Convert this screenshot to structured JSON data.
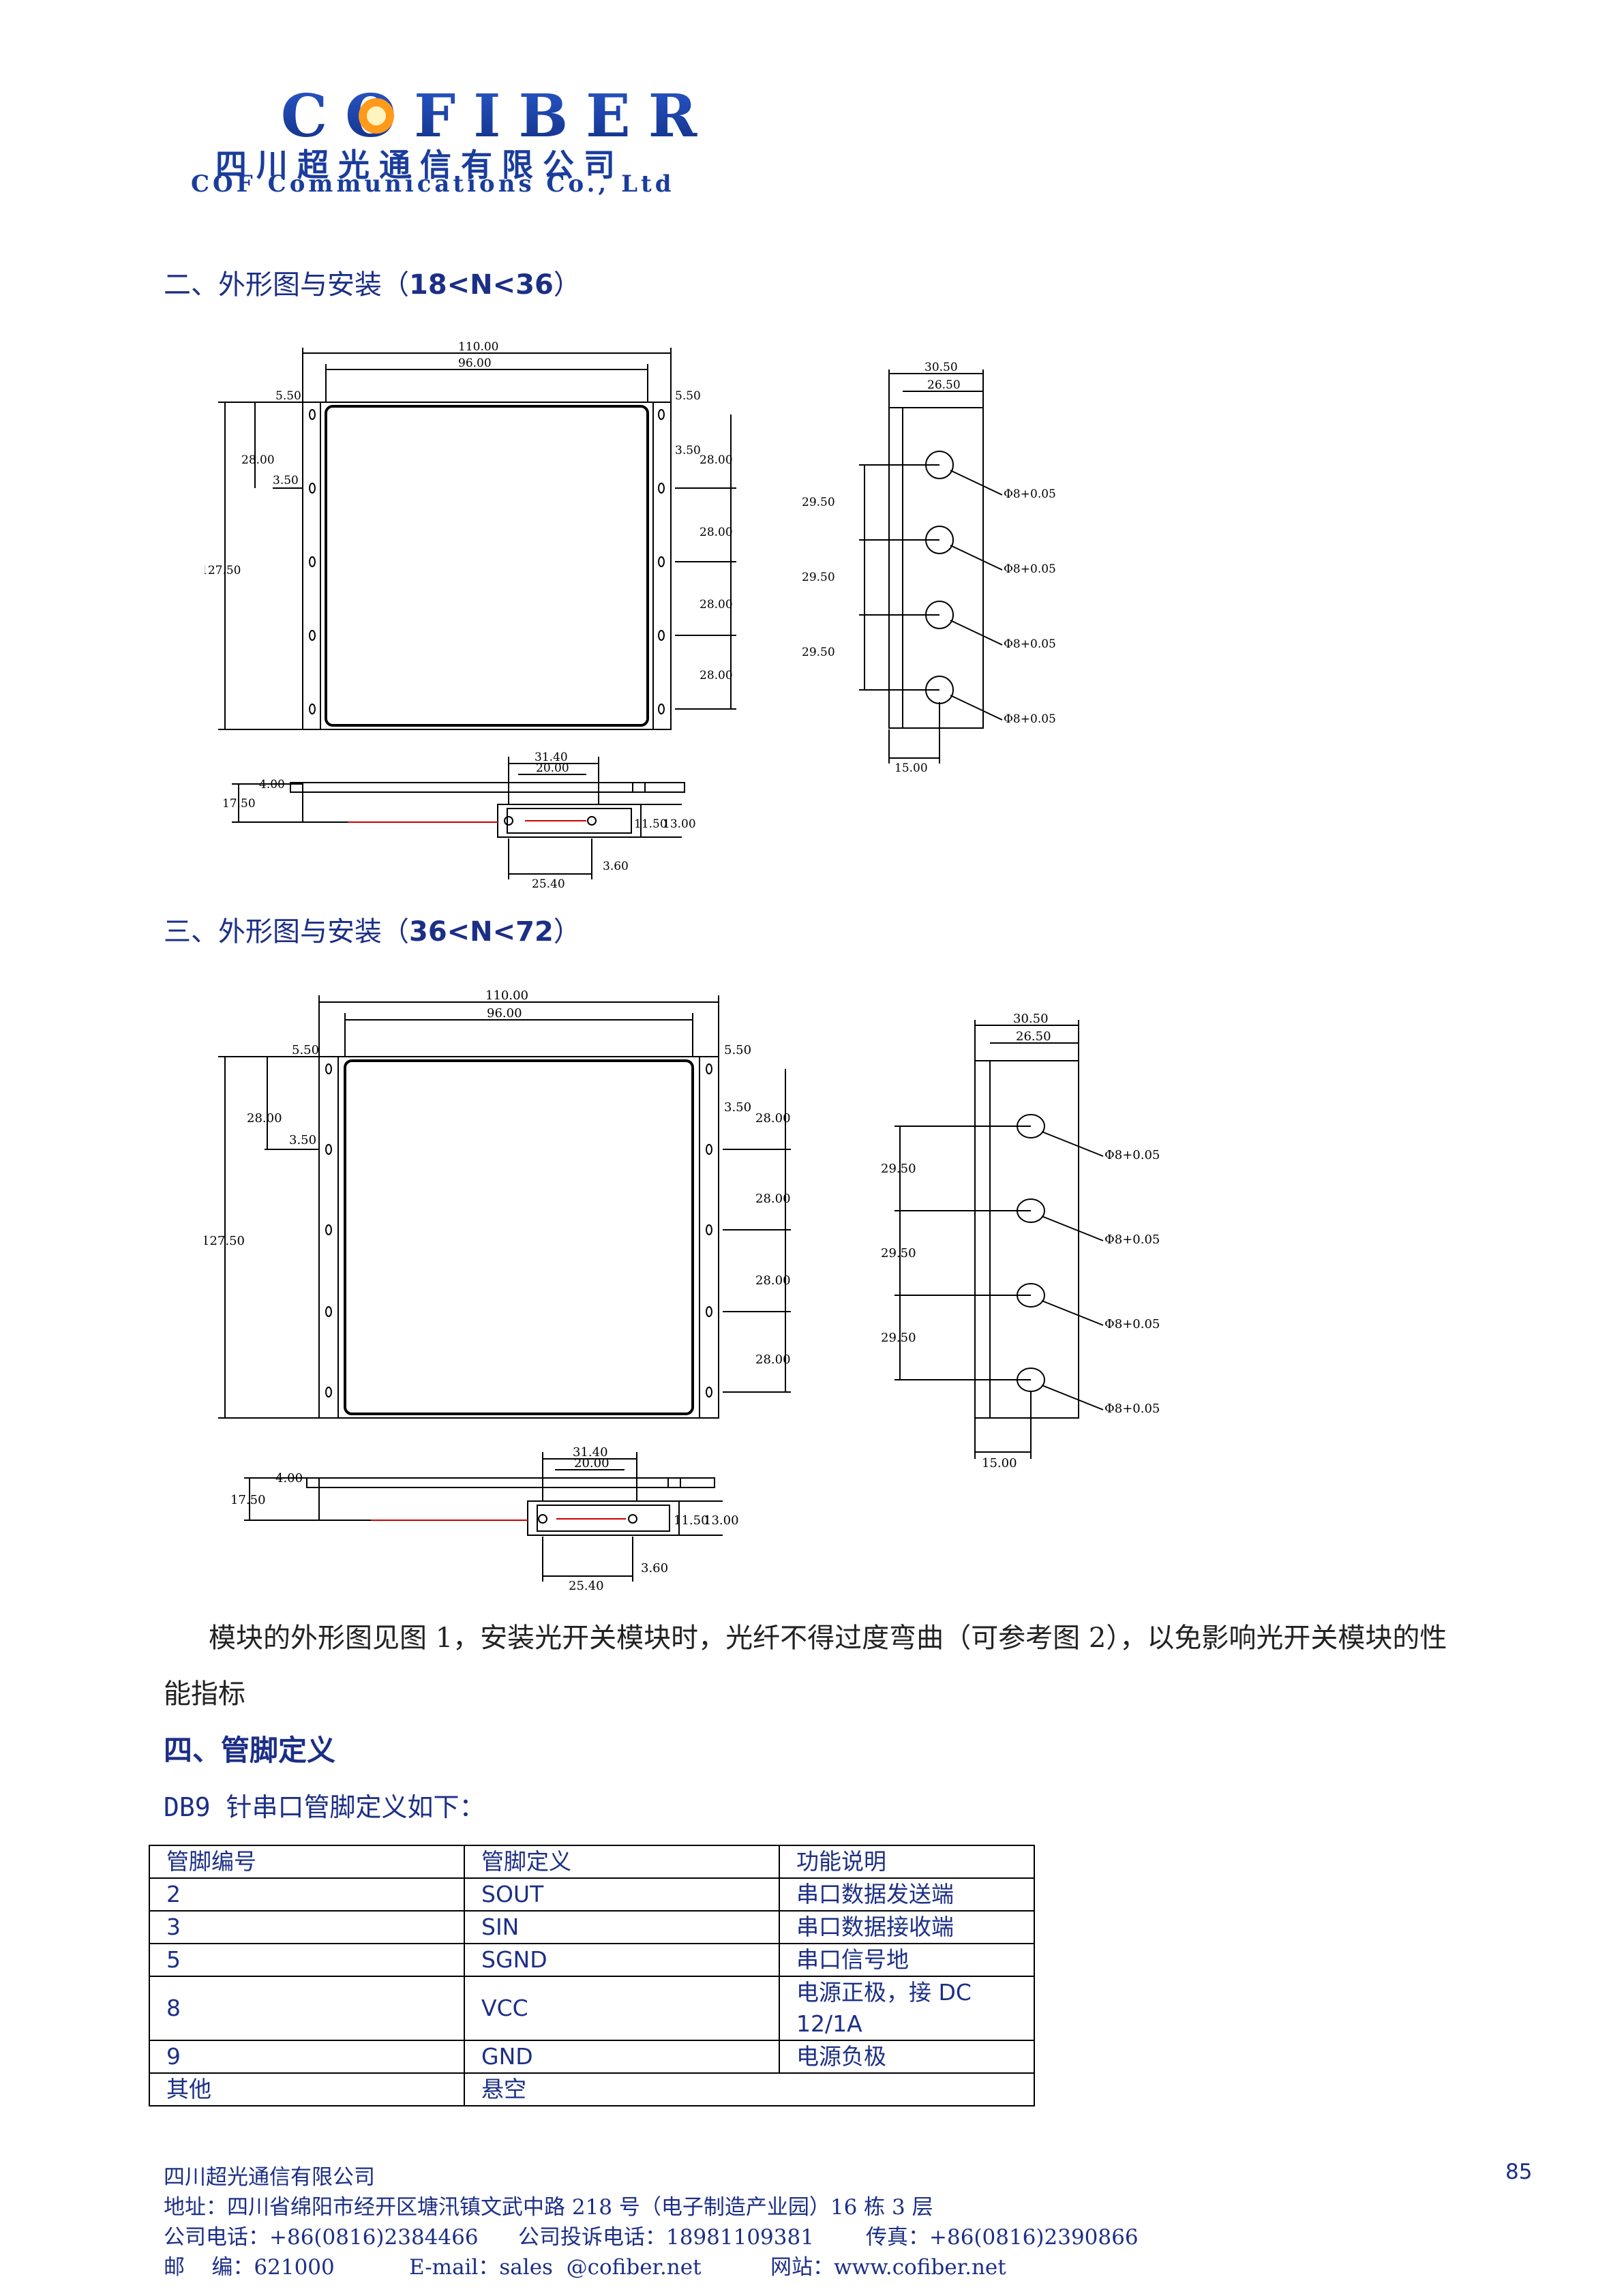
{
  "header": {
    "logo_text": "COFIBER",
    "company_cn": "四川超光通信有限公司",
    "company_en": "COF Communications Co., Ltd",
    "brand_color": "#1a3d9c"
  },
  "section2": {
    "title": "二、外形图与安装（",
    "range": "18<N<36",
    "close": "）"
  },
  "section3": {
    "title": "三、外形图与安装（",
    "range": "36<N<72",
    "close": "）"
  },
  "drawing_labels": {
    "width_outer": "110.00",
    "width_inner": "96.00",
    "margin_left": "5.50",
    "margin_right": "5.50",
    "pitch_v": "28.00",
    "hole_offset": "3.50",
    "height": "127.50",
    "side_outer": "30.50",
    "side_inner": "26.50",
    "side_pitch": "29.50",
    "side_bottom": "15.00",
    "port_dia": "Φ8+0.05",
    "flange_outer": "31.40",
    "flange_inner": "20.00",
    "base_thk": "4.00",
    "base_h": "17.50",
    "flange_hole_pitch": "25.40",
    "flange_hole_dia": "3.60",
    "flange_h1": "11.50",
    "flange_h2": "13.00"
  },
  "paragraph": {
    "line1": "模块的外形图见图 1，安装光开关模块时，光纤不得过度弯曲（可参考图 2），以免影响光开关模块的性",
    "line2": "能指标"
  },
  "section4": {
    "title": "四、管脚定义",
    "intro": "DB9 针串口管脚定义如下："
  },
  "pin_table": {
    "headers": [
      "管脚编号",
      "管脚定义",
      "功能说明"
    ],
    "rows": [
      [
        "2",
        "SOUT",
        "串口数据发送端"
      ],
      [
        "3",
        "SIN",
        "串口数据接收端"
      ],
      [
        "5",
        "SGND",
        "串口信号地"
      ],
      [
        "8",
        "VCC",
        "电源正极，接 DC 12/1A"
      ],
      [
        "9",
        "GND",
        "电源负极"
      ],
      [
        "其他",
        "悬空",
        ""
      ]
    ]
  },
  "footer": {
    "company": "四川超光通信有限公司",
    "page_number": "85",
    "address": "地址：四川省绵阳市经开区塘汛镇文武中路 218 号（电子制造产业园）16 栋 3 层",
    "phone": "公司电话：+86(0816)2384466",
    "complaint": "公司投诉电话：18981109381",
    "fax": "传真：+86(0816)2390866",
    "postcode": "邮    编：621000",
    "email": "E-mail：sales  @cofiber.net",
    "website": "网站：www.cofiber.net"
  }
}
